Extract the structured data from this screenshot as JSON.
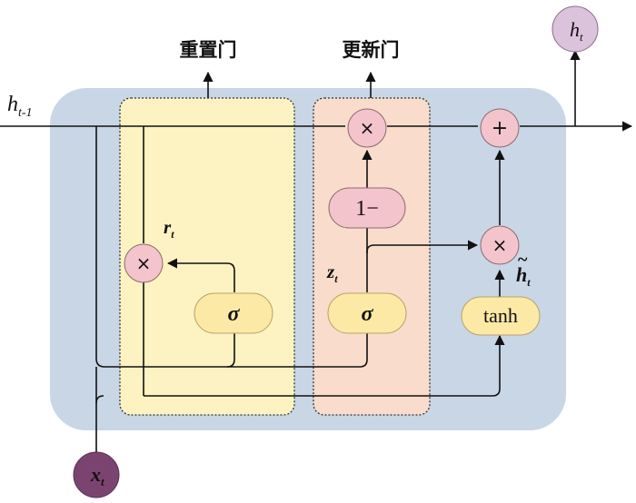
{
  "labels": {
    "reset_gate": "重置门",
    "update_gate": "更新门",
    "h_prev": "h",
    "h_prev_sub": "t-1",
    "h_out": "h",
    "h_out_sub": "t",
    "x_in": "x",
    "x_in_sub": "t",
    "r": "r",
    "r_sub": "t",
    "z": "z",
    "z_sub": "t",
    "h_tilde": "h",
    "h_tilde_sub": "t",
    "tilde": "~",
    "one_minus": "1−",
    "sigma": "σ",
    "tanh": "tanh",
    "times": "×",
    "plus": "+"
  },
  "colors": {
    "cell_bg": "#c8d6e6",
    "reset_region": "#fdf3c2",
    "update_region": "#f9dccb",
    "op_node": "#f4c4cc",
    "gate_pill": "#fce9a5",
    "io_node": "#dcc3dc",
    "x_node": "#7b4470",
    "line": "#111111"
  }
}
